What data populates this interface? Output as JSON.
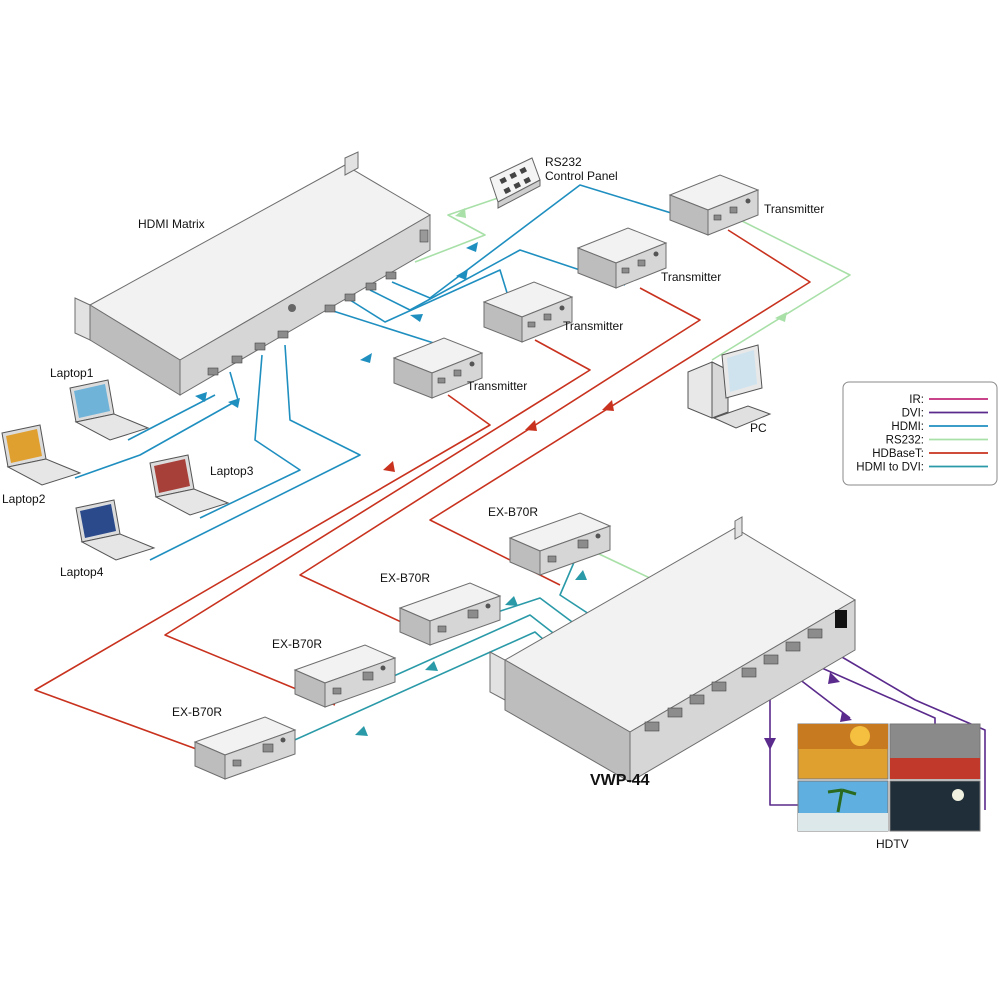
{
  "labels": {
    "matrix": "HDMI Matrix",
    "rs232_panel_line1": "RS232",
    "rs232_panel_line2": "Control Panel",
    "transmitter": "Transmitter",
    "laptop1": "Laptop1",
    "laptop2": "Laptop2",
    "laptop3": "Laptop3",
    "laptop4": "Laptop4",
    "pc": "PC",
    "receiver": "EX-B70R",
    "processor": "VWP-44",
    "hdtv": "HDTV"
  },
  "legend": [
    {
      "label": "IR:",
      "color": "#c0287a"
    },
    {
      "label": "DVI:",
      "color": "#5a2a8c"
    },
    {
      "label": "HDMI:",
      "color": "#1f8fc0"
    },
    {
      "label": "RS232:",
      "color": "#a8e0a8"
    },
    {
      "label": "HDBaseT:",
      "color": "#c8321e"
    },
    {
      "label": "HDMI to DVI:",
      "color": "#2a9aa8"
    }
  ],
  "colors": {
    "hdmi": "#1f8fc0",
    "hdbaset": "#c8321e",
    "rs232": "#a8e0a8",
    "dvi": "#5a2a8c",
    "hdmi_to_dvi": "#2a9aa8"
  }
}
